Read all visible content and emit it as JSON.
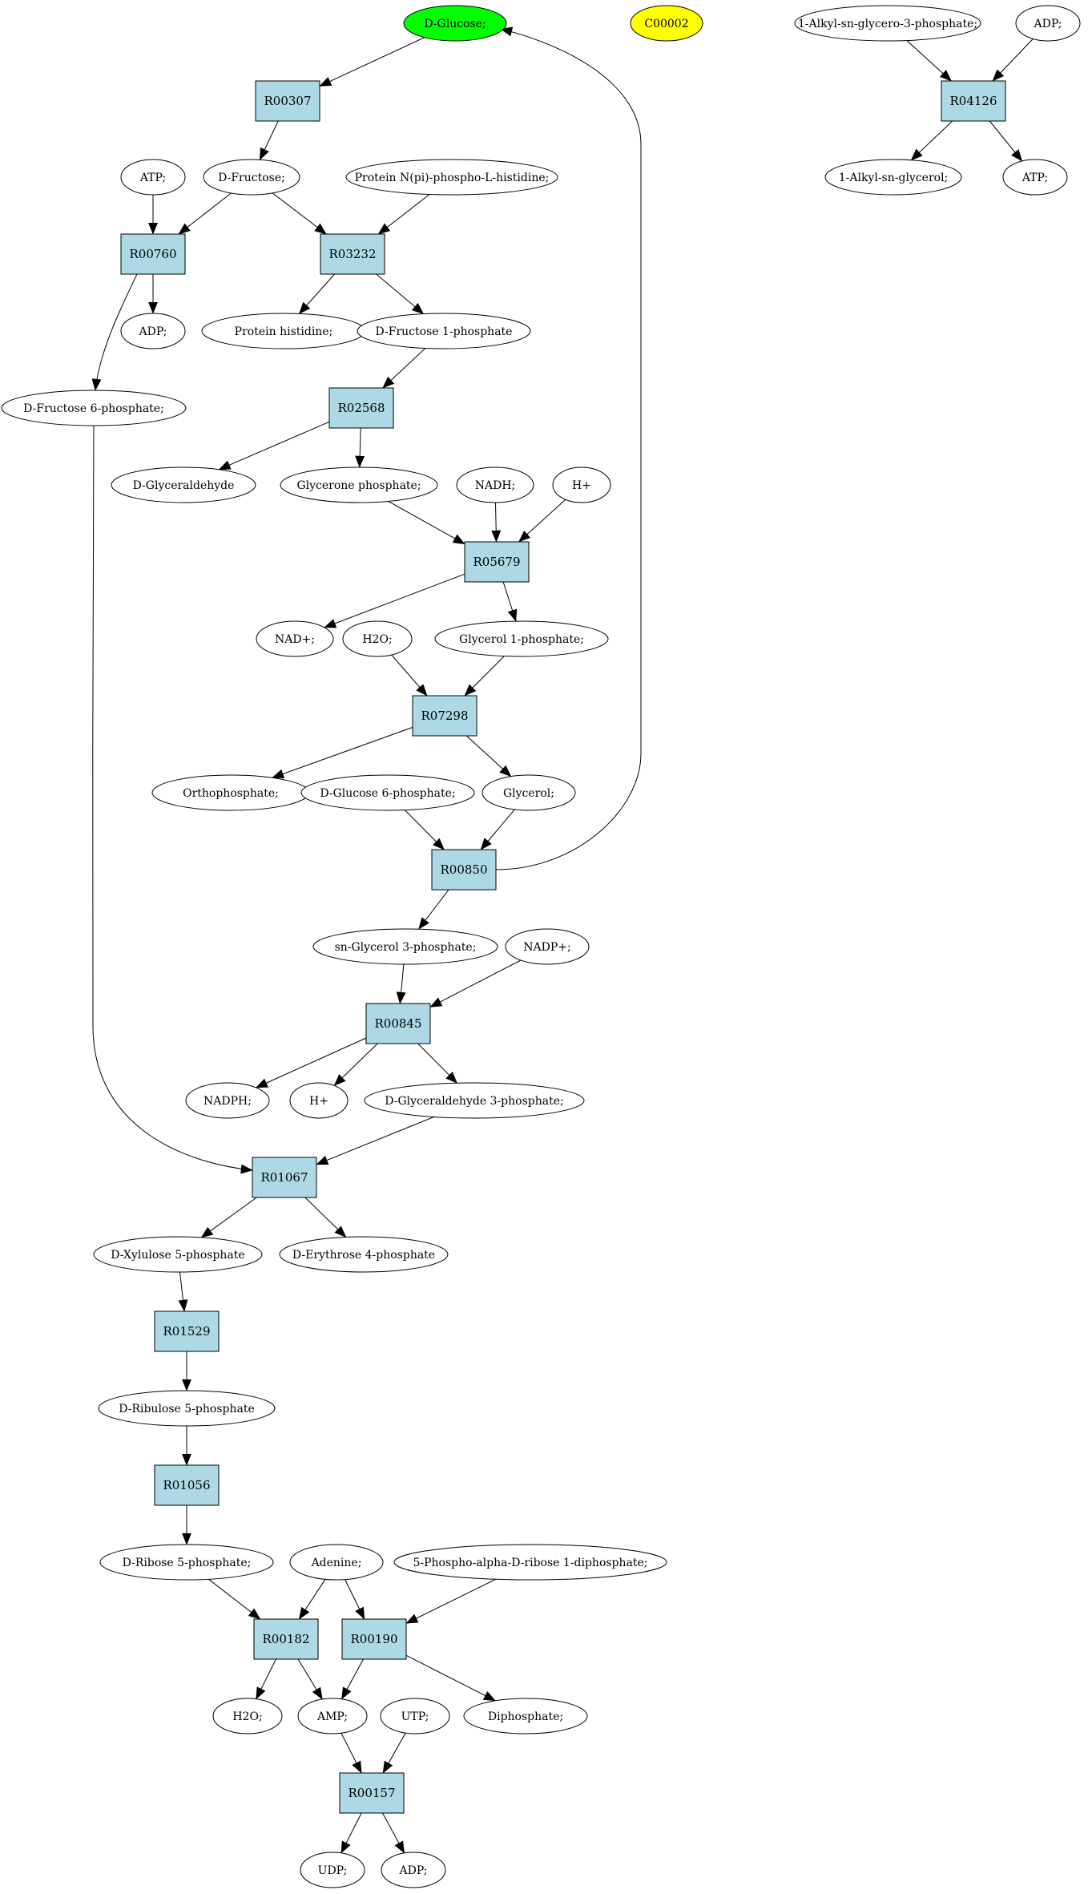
{
  "colors": {
    "compound_fill": "#ffffff",
    "reaction_fill": "#add8e6",
    "highlight_green": "#00ff00",
    "highlight_yellow": "#ffff00",
    "stroke": "#000000"
  },
  "compounds": {
    "dglucose": "D-Glucose;",
    "c00002": "C00002",
    "alkyl_g3p": "1-Alkyl-sn-glycero-3-phosphate;",
    "adp_top": "ADP;",
    "alkyl_glycerol": "1-Alkyl-sn-glycerol;",
    "atp_top": "ATP;",
    "atp_1": "ATP;",
    "dfructose": "D-Fructose;",
    "protein_nphis": "Protein N(pi)-phospho-L-histidine;",
    "adp_1": "ADP;",
    "protein_his": "Protein histidine;",
    "dfru1p": "D-Fructose 1-phosphate",
    "dfru6p": "D-Fructose 6-phosphate;",
    "dglyceraldehyde": "D-Glyceraldehyde",
    "glycerone_p": "Glycerone phosphate;",
    "nadh": "NADH;",
    "hplus_1": "H+",
    "nadplus": "NAD+;",
    "h2o_1": "H2O;",
    "glycerol1p": "Glycerol 1-phosphate;",
    "orthophosphate": "Orthophosphate;",
    "dglucose6p": "D-Glucose 6-phosphate;",
    "glycerol": "Glycerol;",
    "snglycerol3p": "sn-Glycerol 3-phosphate;",
    "nadpplus": "NADP+;",
    "nadph": "NADPH;",
    "hplus_2": "H+",
    "dga3p": "D-Glyceraldehyde 3-phosphate;",
    "dxylulose5p": "D-Xylulose 5-phosphate",
    "derythrose4p": "D-Erythrose 4-phosphate",
    "dribulose5p": "D-Ribulose 5-phosphate",
    "dribose5p": "D-Ribose 5-phosphate;",
    "adenine": "Adenine;",
    "prpp": "5-Phospho-alpha-D-ribose 1-diphosphate;",
    "h2o_2": "H2O;",
    "amp": "AMP;",
    "utp": "UTP;",
    "diphosphate": "Diphosphate;",
    "udp": "UDP;",
    "adp_2": "ADP;"
  },
  "reactions": {
    "r04126": "R04126",
    "r00307": "R00307",
    "r00760": "R00760",
    "r03232": "R03232",
    "r02568": "R02568",
    "r05679": "R05679",
    "r07298": "R07298",
    "r00850": "R00850",
    "r00845": "R00845",
    "r01067": "R01067",
    "r01529": "R01529",
    "r01056": "R01056",
    "r00182": "R00182",
    "r00190": "R00190",
    "r00157": "R00157"
  },
  "edges": [
    [
      "alkyl_g3p",
      "r04126"
    ],
    [
      "adp_top",
      "r04126"
    ],
    [
      "r04126",
      "alkyl_glycerol"
    ],
    [
      "r04126",
      "atp_top"
    ],
    [
      "dglucose",
      "r00307"
    ],
    [
      "r00307",
      "dfructose"
    ],
    [
      "atp_1",
      "r00760"
    ],
    [
      "dfructose",
      "r00760"
    ],
    [
      "dfructose",
      "r03232"
    ],
    [
      "protein_nphis",
      "r03232"
    ],
    [
      "r00760",
      "adp_1"
    ],
    [
      "r00760",
      "dfru6p"
    ],
    [
      "r03232",
      "protein_his"
    ],
    [
      "r03232",
      "dfru1p"
    ],
    [
      "dfru1p",
      "r02568"
    ],
    [
      "r02568",
      "dglyceraldehyde"
    ],
    [
      "r02568",
      "glycerone_p"
    ],
    [
      "glycerone_p",
      "r05679"
    ],
    [
      "nadh",
      "r05679"
    ],
    [
      "hplus_1",
      "r05679"
    ],
    [
      "r05679",
      "nadplus"
    ],
    [
      "r05679",
      "glycerol1p"
    ],
    [
      "h2o_1",
      "r07298"
    ],
    [
      "glycerol1p",
      "r07298"
    ],
    [
      "r07298",
      "orthophosphate"
    ],
    [
      "r07298",
      "glycerol"
    ],
    [
      "dglucose6p",
      "r00850"
    ],
    [
      "glycerol",
      "r00850"
    ],
    [
      "r00850",
      "dglucose"
    ],
    [
      "r00850",
      "snglycerol3p"
    ],
    [
      "snglycerol3p",
      "r00845"
    ],
    [
      "nadpplus",
      "r00845"
    ],
    [
      "r00845",
      "nadph"
    ],
    [
      "r00845",
      "hplus_2"
    ],
    [
      "r00845",
      "dga3p"
    ],
    [
      "dga3p",
      "r01067"
    ],
    [
      "dfru6p",
      "r01067"
    ],
    [
      "r01067",
      "dxylulose5p"
    ],
    [
      "r01067",
      "derythrose4p"
    ],
    [
      "dxylulose5p",
      "r01529"
    ],
    [
      "r01529",
      "dribulose5p"
    ],
    [
      "dribulose5p",
      "r01056"
    ],
    [
      "r01056",
      "dribose5p"
    ],
    [
      "dribose5p",
      "r00182"
    ],
    [
      "adenine",
      "r00182"
    ],
    [
      "adenine",
      "r00190"
    ],
    [
      "prpp",
      "r00190"
    ],
    [
      "r00182",
      "h2o_2"
    ],
    [
      "r00182",
      "amp"
    ],
    [
      "r00190",
      "amp"
    ],
    [
      "r00190",
      "diphosphate"
    ],
    [
      "amp",
      "r00157"
    ],
    [
      "utp",
      "r00157"
    ],
    [
      "r00157",
      "udp"
    ],
    [
      "r00157",
      "adp_2"
    ]
  ]
}
